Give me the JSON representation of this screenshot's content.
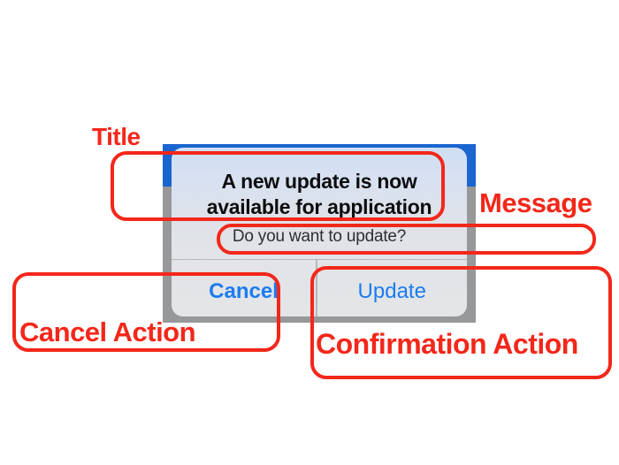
{
  "figure": {
    "annotation_color": "#f3271a",
    "labels": {
      "title": "Title",
      "message": "Message",
      "cancel": "Cancel Action",
      "confirmation": "Confirmation Action"
    }
  },
  "screenshot": {
    "header_bar_color": "#1a65d0",
    "dim_background_color": "#96989a",
    "alert": {
      "title": "A new update is now available for application",
      "message": "Do you want to update?",
      "button_text_color": "#1b7cf0",
      "buttons": [
        {
          "label": "Cancel",
          "weight": "bold"
        },
        {
          "label": "Update",
          "weight": "regular"
        }
      ]
    }
  }
}
